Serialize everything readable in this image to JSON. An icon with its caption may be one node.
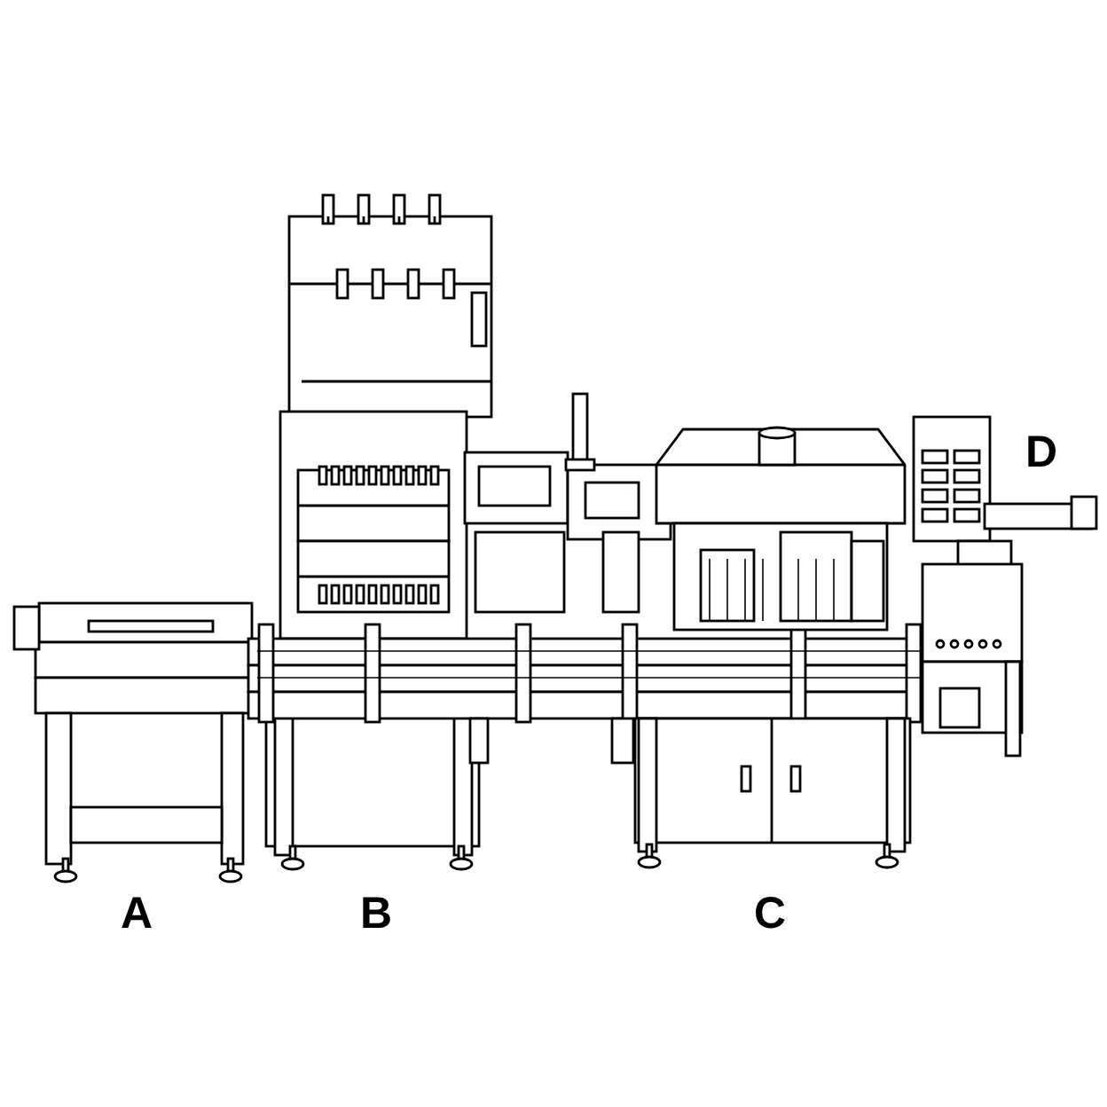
{
  "diagram": {
    "labels": [
      "D",
      "A",
      "B",
      "C"
    ]
  }
}
